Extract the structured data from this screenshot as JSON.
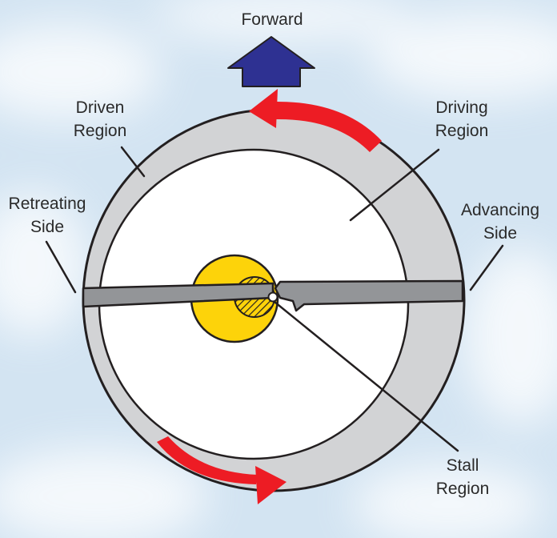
{
  "labels": {
    "forward": "Forward",
    "driven": [
      "Driven",
      "Region"
    ],
    "driving": [
      "Driving",
      "Region"
    ],
    "retreating": [
      "Retreating",
      "Side"
    ],
    "advancing": [
      "Advancing",
      "Side"
    ],
    "stall": [
      "Stall",
      "Region"
    ]
  },
  "colors": {
    "sky": "#d3e4f2",
    "outer_ring": "#d2d3d5",
    "outline": "#231f20",
    "inner_disc": "#ffffff",
    "stall_disc": "#fdd30a",
    "blade": "#939598",
    "rotation_arrow": "#ed1c24",
    "forward_arrow": "#2e3192"
  },
  "icons": {
    "forward_arrow": "up-arrow-icon",
    "rotation_arrows": "curved-arrow-icon"
  }
}
